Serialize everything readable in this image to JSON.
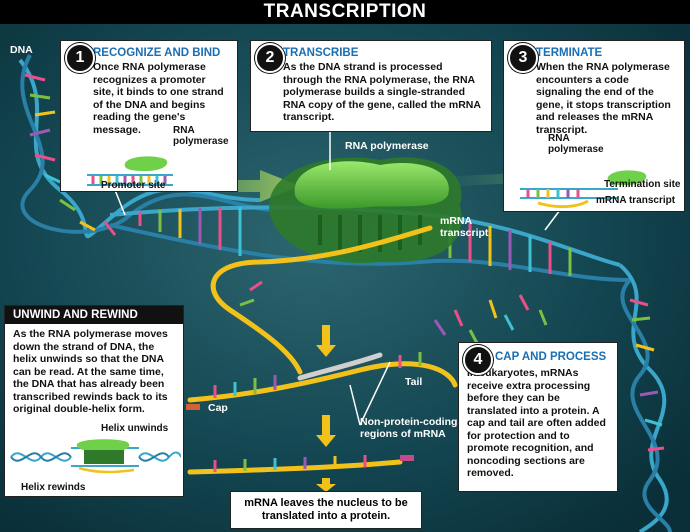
{
  "title": "TRANSCRIPTION",
  "dna_label": "DNA",
  "steps": [
    {
      "num": "1",
      "heading": "RECOGNIZE AND BIND",
      "body": "Once RNA polymerase recognizes a promoter site, it binds to one strand of the DNA and begins reading the gene's message.",
      "labels": {
        "polymerase": "RNA polymerase",
        "promoter": "Promoter site"
      }
    },
    {
      "num": "2",
      "heading": "TRANSCRIBE",
      "body": "As the DNA strand is processed through the RNA polymerase, the RNA polymerase builds a single-stranded RNA copy of the gene, called the mRNA transcript."
    },
    {
      "num": "3",
      "heading": "TERMINATE",
      "body": "When the RNA polymerase encounters a code signaling the end of the gene, it stops transcription and releases the mRNA transcript.",
      "labels": {
        "polymerase": "RNA polymerase",
        "termination": "Termination site",
        "transcript": "mRNA transcript"
      }
    },
    {
      "num": "4",
      "heading": "CAP AND PROCESS",
      "body": "In eukaryotes, mRNAs receive extra processing before they can be translated into a protein. A cap and tail are often added for protection and to promote recognition, and noncoding sections are removed."
    }
  ],
  "unwind": {
    "heading": "UNWIND AND REWIND",
    "body": "As the RNA polymerase moves down the strand of DNA, the helix unwinds so that the DNA can be read. At the same time, the DNA that has already been transcribed rewinds back to its original double-helix form.",
    "helix_unwinds": "Helix unwinds",
    "helix_rewinds": "Helix rewinds"
  },
  "scene_labels": {
    "rna_polymerase": "RNA polymerase",
    "mrna_transcript": "mRNA transcript",
    "cap": "Cap",
    "tail": "Tail",
    "noncoding": "Non-protein-coding regions of mRNA"
  },
  "bottom_caption": "mRNA leaves the nucleus to be translated into a protein.",
  "colors": {
    "background": "#0d3b45",
    "polymerase": "#6fd14a",
    "mrna": "#f2c21b",
    "dna_backbone": "#3aa6c9",
    "heading_blue": "#1a6fb3"
  }
}
